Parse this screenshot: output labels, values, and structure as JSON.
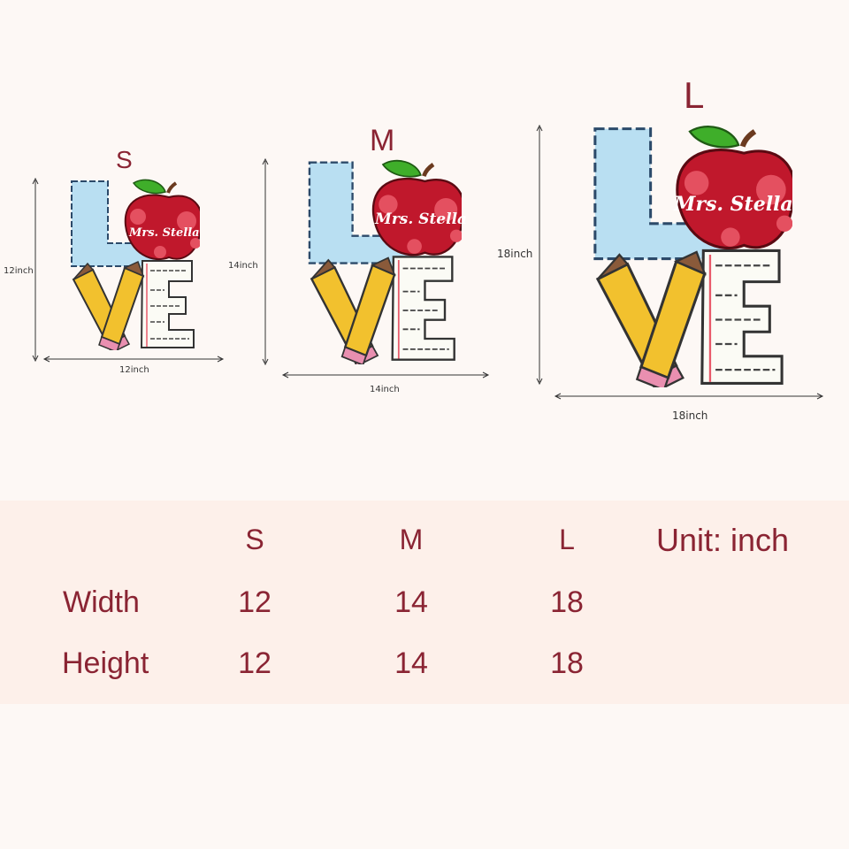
{
  "sizes": [
    {
      "letter": "S",
      "width_label": "12inch",
      "height_label": "12inch",
      "name_text": "Mrs. Stella"
    },
    {
      "letter": "M",
      "width_label": "14inch",
      "height_label": "14inch",
      "name_text": "Mrs. Stella"
    },
    {
      "letter": "L",
      "width_label": "18inch",
      "height_label": "18inch",
      "name_text": "Mrs. Stella"
    }
  ],
  "table": {
    "headers": [
      "S",
      "M",
      "L"
    ],
    "unit_label": "Unit: inch",
    "rows": [
      {
        "label": "Width",
        "values": [
          "12",
          "14",
          "18"
        ]
      },
      {
        "label": "Height",
        "values": [
          "12",
          "14",
          "18"
        ]
      }
    ]
  },
  "colors": {
    "accent": "#8a2433",
    "background": "#fdf8f5",
    "band": "#fdf0ea",
    "letter_blue": "#b9dff2",
    "apple_red": "#c0182c",
    "leaf_green": "#3fae2a",
    "pencil_yellow": "#f2c12e"
  }
}
